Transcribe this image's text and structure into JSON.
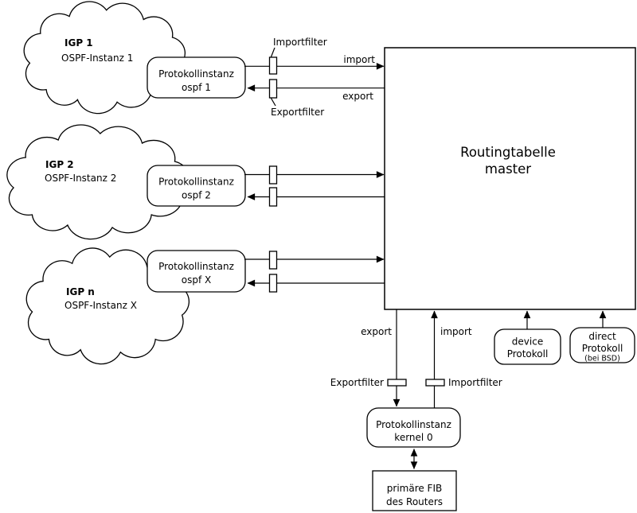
{
  "diagram": {
    "colors": {
      "ink": "#000000",
      "background": "#ffffff"
    },
    "clouds": [
      {
        "title": "IGP 1",
        "subtitle": "OSPF-Instanz 1"
      },
      {
        "title": "IGP 2",
        "subtitle": "OSPF-Instanz 2"
      },
      {
        "title": "IGP n",
        "subtitle": "OSPF-Instanz X"
      }
    ],
    "protocol_boxes": [
      {
        "line1": "Protokollinstanz",
        "line2": "ospf 1"
      },
      {
        "line1": "Protokollinstanz",
        "line2": "ospf 2"
      },
      {
        "line1": "Protokollinstanz",
        "line2": "ospf X"
      }
    ],
    "routing_table": {
      "line1": "Routingtabelle",
      "line2": "master"
    },
    "filters": {
      "import_label": "Importfilter",
      "export_label": "Exportfilter"
    },
    "flow_labels": {
      "import": "import",
      "export": "export"
    },
    "bottom": {
      "export_label": "export",
      "import_label": "import",
      "exportfilter_label": "Exportfilter",
      "importfilter_label": "Importfilter",
      "kernel_box": {
        "line1": "Protokollinstanz",
        "line2": "kernel 0"
      },
      "fib_box": {
        "line1": "primäre FIB",
        "line2": "des Routers"
      }
    },
    "device_box": {
      "line1": "device",
      "line2": "Protokoll"
    },
    "direct_box": {
      "line1": "direct",
      "line2": "Protokoll",
      "line3": "(bei BSD)"
    }
  }
}
